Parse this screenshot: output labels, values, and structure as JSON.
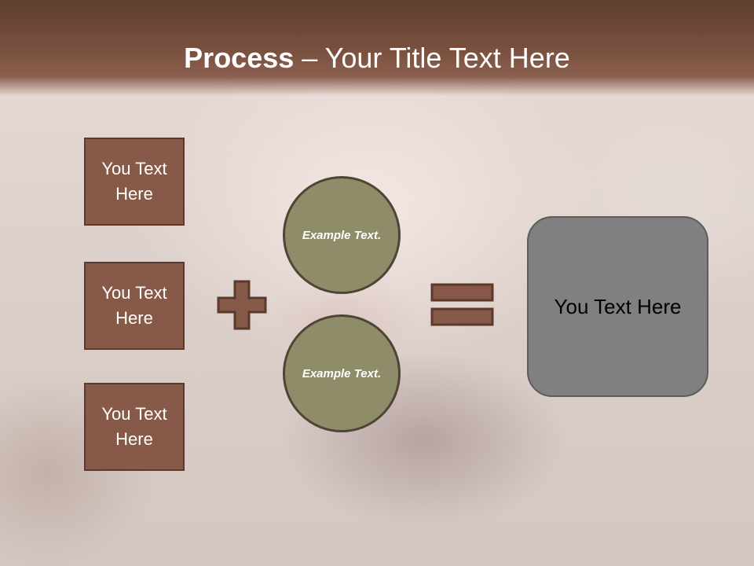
{
  "slide": {
    "title_bold": "Process",
    "title_rest": " – Your Title Text Here"
  },
  "left_boxes": [
    {
      "label": "You Text Here"
    },
    {
      "label": "You Text Here"
    },
    {
      "label": "You Text Here"
    }
  ],
  "circles": [
    {
      "label": "Example Text."
    },
    {
      "label": "Example Text."
    }
  ],
  "result": {
    "label": "You Text Here"
  },
  "operators": {
    "plus": "plus-icon",
    "equals": "equals-icon"
  },
  "colors": {
    "header": "#7b5140",
    "box_fill": "#875948",
    "circle_fill": "#8e8c69",
    "result_fill": "#808080"
  }
}
